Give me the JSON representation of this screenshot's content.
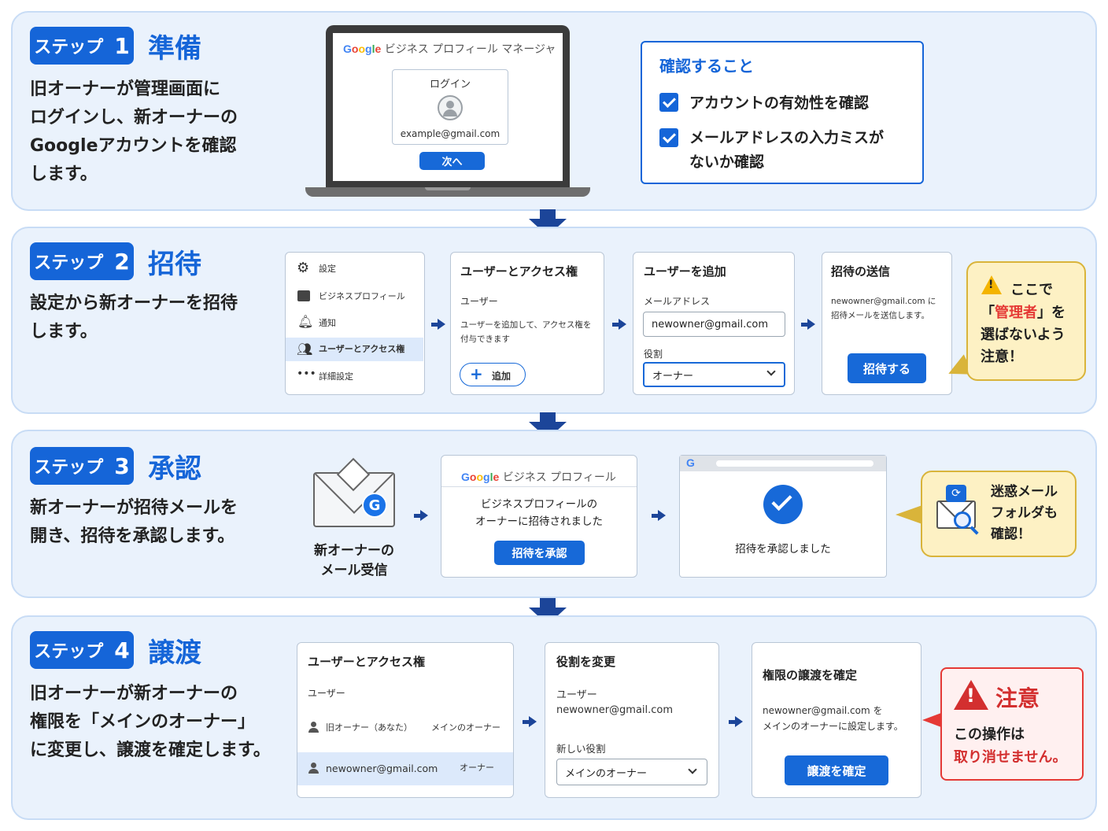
{
  "steps": [
    {
      "badge": "ステップ",
      "num": "1",
      "title": "準備",
      "desc": "旧オーナーが管理画面に\nログインし、新オーナーの\nGoogleアカウントを確認\nします。"
    },
    {
      "badge": "ステップ",
      "num": "2",
      "title": "招待",
      "desc": "設定から新オーナーを招待\nします。"
    },
    {
      "badge": "ステップ",
      "num": "3",
      "title": "承認",
      "desc": "新オーナーが招待メールを\n開き、招待を承認します。"
    },
    {
      "badge": "ステップ",
      "num": "4",
      "title": "譲渡",
      "desc": "旧オーナーが新オーナーの\n権限を「メインのオーナー」\nに変更し、譲渡を確定します。"
    }
  ],
  "step1": {
    "laptop": {
      "google_word": "Google",
      "app_name": "ビジネス プロフィール マネージャ",
      "login_label": "ログイン",
      "email": "example@gmail.com",
      "next_button": "次へ"
    },
    "checklist": {
      "title": "確認すること",
      "items": [
        "アカウントの有効性を確認",
        "メールアドレスの入力ミスが\nないか確認"
      ]
    }
  },
  "step2": {
    "menu": [
      {
        "label": "設定",
        "icon": "gear-icon"
      },
      {
        "label": "ビジネスプロフィール",
        "icon": "storefront-icon"
      },
      {
        "label": "通知",
        "icon": "bell-icon"
      },
      {
        "label": "ユーザーとアクセス権",
        "icon": "people-icon"
      },
      {
        "label": "詳細設定",
        "icon": "more-icon"
      }
    ],
    "users_card": {
      "title": "ユーザーとアクセス権",
      "user_label": "ユーザー",
      "desc": "ユーザーを追加して、アクセス権を\n付与できます",
      "add_button": "追加"
    },
    "add_user_card": {
      "title": "ユーザーを追加",
      "email_label": "メールアドレス",
      "email_value": "newowner@gmail.com",
      "role_label": "役割",
      "role_value": "オーナー"
    },
    "send_card": {
      "title": "招待の送信",
      "desc": "newowner@gmail.com に\n招待メールを送信します。",
      "button": "招待する"
    },
    "warning": {
      "line1": "ここで",
      "line2_pre": "「",
      "line2_emph": "管理者",
      "line2_post": "」を",
      "line3": "選ばないよう",
      "line4": "注意！"
    },
    "colors": {
      "accent": "#1565d8",
      "warn_red": "#e53935"
    }
  },
  "step3": {
    "mail_caption": "新オーナーの\nメール受信",
    "mail_badge": "G",
    "invite_card": {
      "google_word": "Google",
      "app_name": "ビジネス プロフィール",
      "text": "ビジネスプロフィールの\nオーナーに招待されました",
      "button": "招待を承認"
    },
    "done_card": {
      "text": "招待を承認しました"
    },
    "spam_tip": "迷惑メール\nフォルダも\n確認！"
  },
  "step4": {
    "users_card": {
      "title": "ユーザーとアクセス権",
      "user_label": "ユーザー",
      "rows": [
        {
          "name": "旧オーナー（あなた）",
          "role": "メインのオーナー"
        },
        {
          "name": "newowner@gmail.com",
          "role": "オーナー"
        }
      ]
    },
    "role_card": {
      "title": "役割を変更",
      "user_label": "ユーザー",
      "user_value": "newowner@gmail.com",
      "new_role_label": "新しい役割",
      "new_role_value": "メインのオーナー"
    },
    "confirm_card": {
      "title": "権限の譲渡を確定",
      "desc": "newowner@gmail.com を\nメインのオーナーに設定します。",
      "button": "譲渡を確定"
    },
    "caution": {
      "title": "注意",
      "line1": "この操作は",
      "line2": "取り消せません。"
    }
  }
}
